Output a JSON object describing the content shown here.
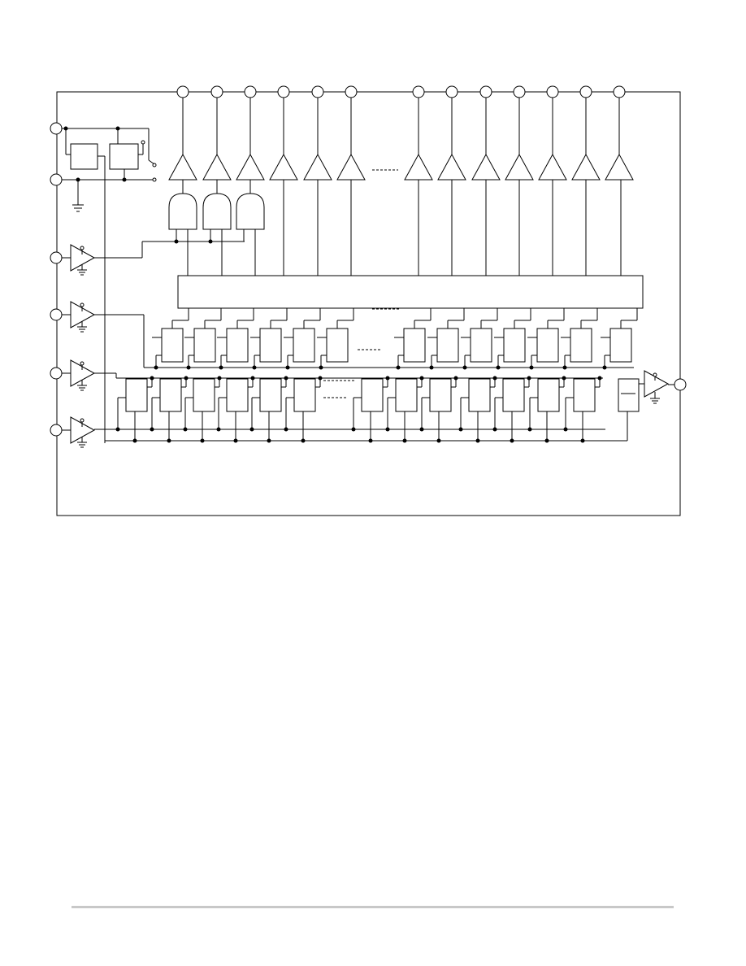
{
  "diagram": {
    "kind": "block-diagram",
    "labels": {},
    "output_pad_count": 14,
    "latch_count": 14,
    "shift_register_count": 15,
    "input_buffer_count": 4,
    "and_gate_count": 3
  }
}
